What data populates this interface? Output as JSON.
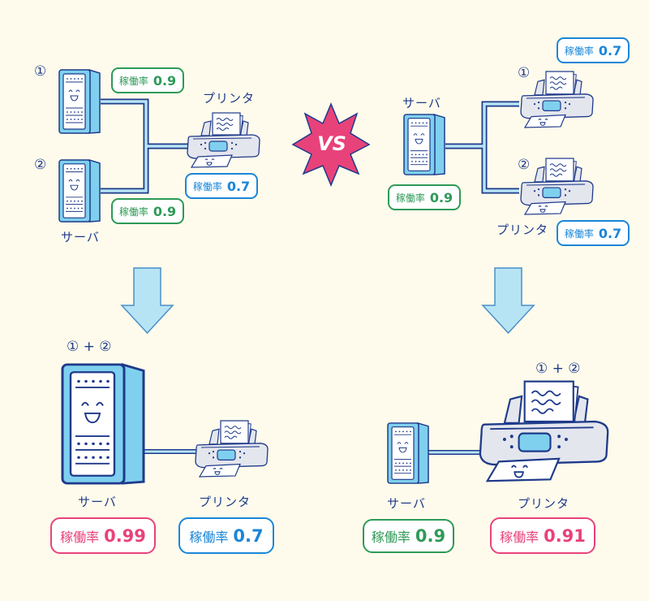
{
  "badge_label": "稼働率",
  "server_label": "サーバ",
  "printer_label": "プリンタ",
  "vs_text": "VS",
  "markers": {
    "one": "①",
    "two": "②",
    "combined": "① + ②"
  },
  "left_top": {
    "server1_rate": "0.9",
    "server2_rate": "0.9",
    "printer_rate": "0.7"
  },
  "right_top": {
    "server_rate": "0.9",
    "printer1_rate": "0.7",
    "printer2_rate": "0.7"
  },
  "left_bottom": {
    "server_rate": "0.99",
    "printer_rate": "0.7"
  },
  "right_bottom": {
    "server_rate": "0.9",
    "printer_rate": "0.91"
  },
  "colors": {
    "navy": "#1e3a8a",
    "server": "#7fd0ee",
    "green": "#2e9a57",
    "blue": "#1a86d8",
    "pink": "#e8427a",
    "background": "#fefbec"
  }
}
